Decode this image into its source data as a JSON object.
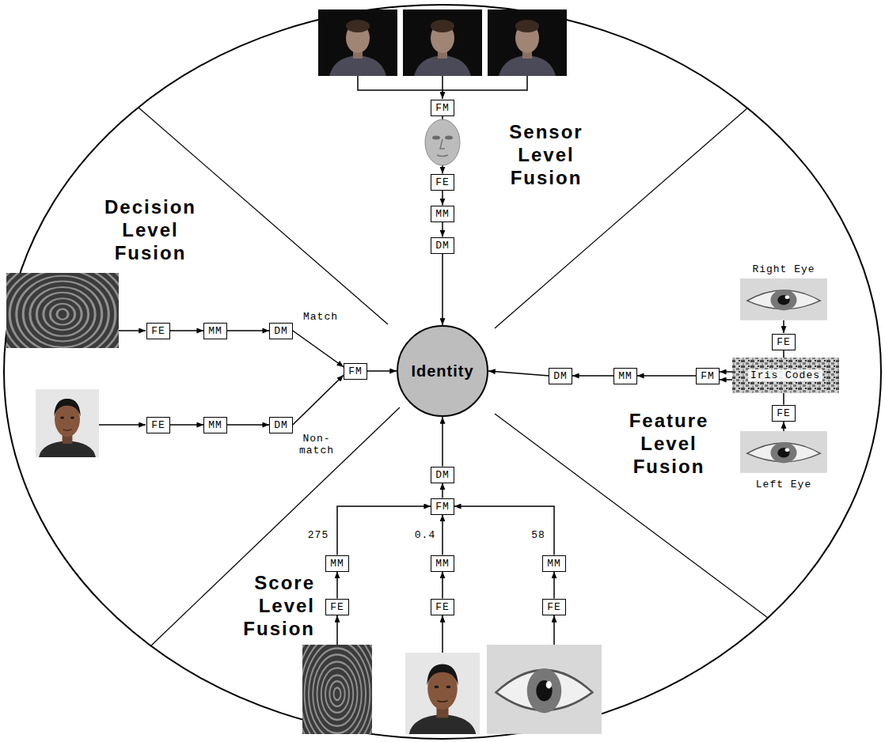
{
  "diagram": {
    "nodes": [
      {
        "text": [
          "FM"
        ]
      },
      {
        "text": [
          "FE"
        ]
      },
      {
        "text": [
          "MM"
        ]
      },
      {
        "text": [
          "DM"
        ]
      },
      {
        "text": [
          "FE"
        ]
      },
      {
        "text": [
          "MM"
        ]
      },
      {
        "text": [
          "DM"
        ]
      },
      {
        "text": [
          "FE"
        ]
      },
      {
        "text": [
          "FM"
        ]
      },
      {
        "text": [
          "Identity"
        ]
      },
      {
        "text": [
          "DM"
        ]
      },
      {
        "text": [
          "MM"
        ]
      },
      {
        "text": [
          "FM"
        ]
      },
      {
        "text": [
          "FE"
        ]
      },
      {
        "text": [
          "FE"
        ]
      },
      {
        "text": [
          "MM"
        ]
      },
      {
        "text": [
          "DM"
        ]
      },
      {
        "text": [
          "DM"
        ]
      },
      {
        "text": [
          "FM"
        ]
      },
      {
        "text": [
          "MM"
        ]
      },
      {
        "text": [
          "MM"
        ]
      },
      {
        "text": [
          "MM"
        ]
      },
      {
        "text": [
          "FE"
        ]
      },
      {
        "text": [
          "FE"
        ]
      },
      {
        "text": [
          "FE"
        ]
      }
    ],
    "edges": [
      {
        "from": 0,
        "to": 1,
        "arrow": "to"
      },
      {
        "from": 1,
        "to": 2,
        "arrow": "to"
      },
      {
        "from": 2,
        "to": 3,
        "arrow": "to"
      },
      {
        "from": 3,
        "to": 9,
        "arrow": "to"
      },
      {
        "from": 4,
        "to": 5,
        "arrow": "to"
      },
      {
        "from": 5,
        "to": 6,
        "arrow": "to"
      },
      {
        "from": 6,
        "to": 8,
        "label": "Match",
        "arrow": "to"
      },
      {
        "from": 14,
        "to": 15,
        "arrow": "to"
      },
      {
        "from": 15,
        "to": 16,
        "arrow": "to"
      },
      {
        "from": 16,
        "to": 8,
        "label": "Non- match",
        "arrow": "to"
      },
      {
        "from": 8,
        "to": 9,
        "arrow": "to"
      },
      {
        "from": 7,
        "to": 12,
        "arrow": "to"
      },
      {
        "from": 13,
        "to": 12,
        "arrow": "to"
      },
      {
        "from": 12,
        "to": 11,
        "arrow": "to"
      },
      {
        "from": 11,
        "to": 10,
        "arrow": "to"
      },
      {
        "from": 10,
        "to": 9,
        "arrow": "to"
      },
      {
        "from": 22,
        "to": 19,
        "arrow": "to"
      },
      {
        "from": 23,
        "to": 20,
        "arrow": "to"
      },
      {
        "from": 24,
        "to": 21,
        "arrow": "to"
      },
      {
        "from": 19,
        "to": 18,
        "label": "275",
        "arrow": "to"
      },
      {
        "from": 20,
        "to": 18,
        "label": "0.4",
        "arrow": "to"
      },
      {
        "from": 21,
        "to": 18,
        "label": "58",
        "arrow": "to"
      },
      {
        "from": 18,
        "to": 17,
        "arrow": "to"
      },
      {
        "from": 17,
        "to": 9,
        "arrow": "to"
      }
    ],
    "labels": [
      "Sensor Level Fusion",
      "Decision Level Fusion",
      "Right Eye",
      "Iris Codes",
      "Feature Level Fusion",
      "Left Eye",
      "Score Level Fusion"
    ]
  }
}
